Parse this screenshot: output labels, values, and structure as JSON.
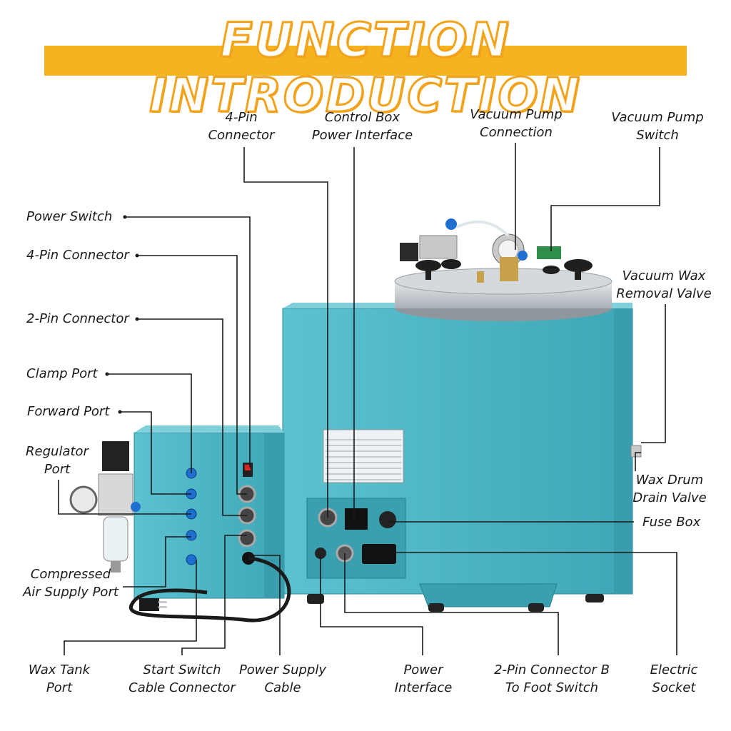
{
  "title": "FUNCTION INTRODUCTION",
  "labels": {
    "power_switch": "Power Switch",
    "four_pin_connector_left": "4-Pin Connector",
    "two_pin_connector": "2-Pin Connector",
    "clamp_port": "Clamp Port",
    "forward_port": "Forward Port",
    "regulator_port_1": "Regulator",
    "regulator_port_2": "Port",
    "compressed_air_1": "Compressed",
    "compressed_air_2": "Air Supply Port",
    "four_pin_top_1": "4-Pin",
    "four_pin_top_2": "Connector",
    "control_box_1": "Control Box",
    "control_box_2": "Power Interface",
    "vacuum_pump_connection_1": "Vacuum Pump",
    "vacuum_pump_connection_2": "Connection",
    "vacuum_pump_switch_1": "Vacuum Pump",
    "vacuum_pump_switch_2": "Switch",
    "vacuum_wax_removal_1": "Vacuum Wax",
    "vacuum_wax_removal_2": "Removal Valve",
    "wax_drum_drain_1": "Wax Drum",
    "wax_drum_drain_2": "Drain Valve",
    "fuse_box": "Fuse Box",
    "wax_tank_1": "Wax Tank",
    "wax_tank_2": "Port",
    "start_switch_1": "Start Switch",
    "start_switch_2": "Cable Connector",
    "power_supply_1": "Power Supply",
    "power_supply_2": "Cable",
    "power_interface_1": "Power",
    "power_interface_2": "Interface",
    "foot_switch_1": "2-Pin Connector B",
    "foot_switch_2": "To Foot Switch",
    "electric_socket_1": "Electric",
    "electric_socket_2": "Socket"
  },
  "colors": {
    "banner": "#f5b320",
    "machine_body": "#4fb8c7",
    "leader_line": "#1a1a1a"
  }
}
